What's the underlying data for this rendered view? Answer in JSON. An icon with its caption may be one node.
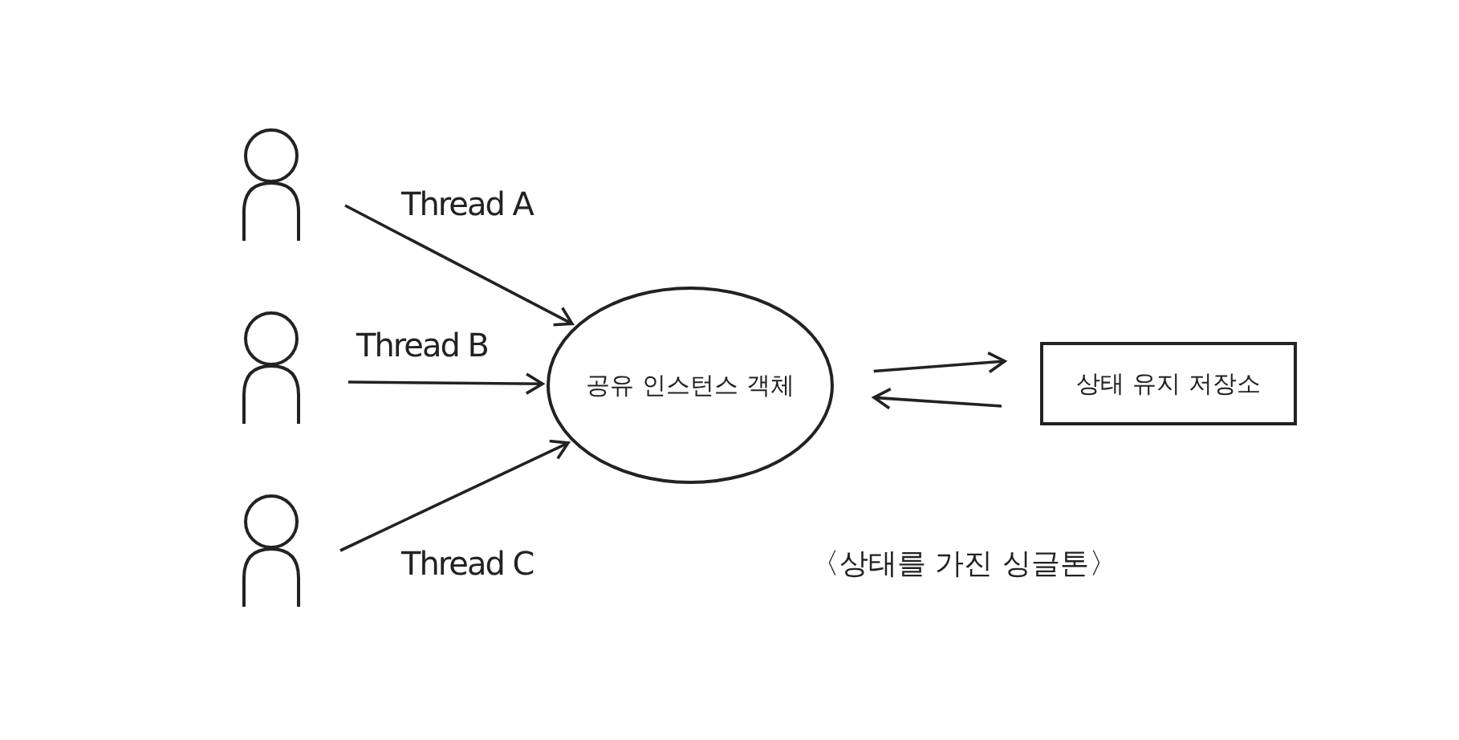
{
  "diagram": {
    "nodes": [
      {
        "text": [],
        "shape": "person"
      },
      {
        "text": [],
        "shape": "person"
      },
      {
        "text": [],
        "shape": "person"
      },
      {
        "text": [
          "공유 인스턴스 객체"
        ]
      },
      {
        "text": [
          "상태 유지 저장소"
        ]
      }
    ],
    "edges": [
      {
        "from": 0,
        "to": 3,
        "arrow": "to",
        "label": "Thread A"
      },
      {
        "from": 1,
        "to": 3,
        "arrow": "to",
        "label": "Thread B"
      },
      {
        "from": 2,
        "to": 3,
        "arrow": "to",
        "label": "Thread C"
      },
      {
        "from": 3,
        "to": 4,
        "arrow": "to"
      },
      {
        "from": 4,
        "to": 3,
        "arrow": "to"
      }
    ],
    "labels": [
      "〈상태를 가진 싱글톤〉"
    ]
  }
}
